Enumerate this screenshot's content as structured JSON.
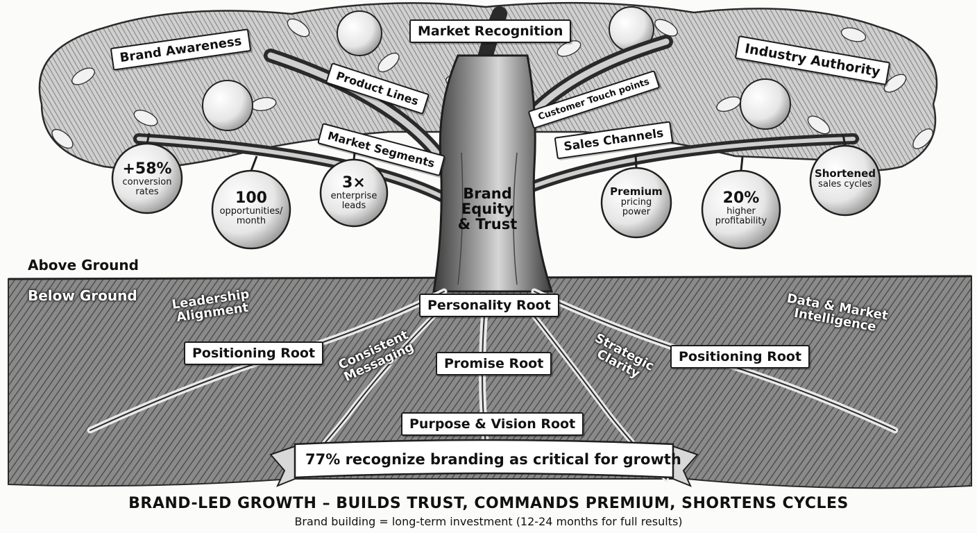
{
  "canopy": {
    "brand_awareness": "Brand Awareness",
    "market_recognition": "Market Recognition",
    "industry_authority": "Industry Authority"
  },
  "branches": {
    "product_lines": "Product Lines",
    "customer_touch_points": "Customer Touch points",
    "market_segments": "Market Segments",
    "sales_channels": "Sales Channels"
  },
  "trunk": {
    "line1": "Brand",
    "line2": "Equity",
    "line3": "& Trust"
  },
  "apples": [
    {
      "big": "+58%",
      "small1": "conversion",
      "small2": "rates"
    },
    {
      "big": "100",
      "small1": "opportunities/",
      "small2": "month"
    },
    {
      "big": "3×",
      "small1": "enterprise",
      "small2": "leads"
    },
    {
      "mid1": "Premium",
      "small1": "pricing",
      "small2": "power"
    },
    {
      "big": "20%",
      "small1": "higher",
      "small2": "profitability"
    },
    {
      "mid1": "Shortened",
      "small1": "sales cycles"
    }
  ],
  "ground": {
    "above": "Above Ground",
    "below": "Below Ground"
  },
  "roots": {
    "personality": "Personality Root",
    "positioning_left": "Positioning Root",
    "promise": "Promise Root",
    "positioning_right": "Positioning Root",
    "purpose": "Purpose & Vision Root"
  },
  "root_notes": {
    "leadership_1": "Leadership",
    "leadership_2": "Alignment",
    "consistent_1": "Consistent",
    "consistent_2": "Messaging",
    "strategic_1": "Strategic",
    "strategic_2": "Clarity",
    "data_1": "Data & Market",
    "data_2": "Intelligence"
  },
  "banner": "77% recognize branding as critical for growth",
  "footer": {
    "headline": "BRAND-LED GROWTH – BUILDS TRUST, COMMANDS PREMIUM, SHORTENS CYCLES",
    "subline": "Brand building = long-term investment (12-24 months for full results)"
  },
  "colors": {
    "ink": "#161616",
    "soil": "#6d6d6d",
    "paper": "#fbfbf9"
  }
}
